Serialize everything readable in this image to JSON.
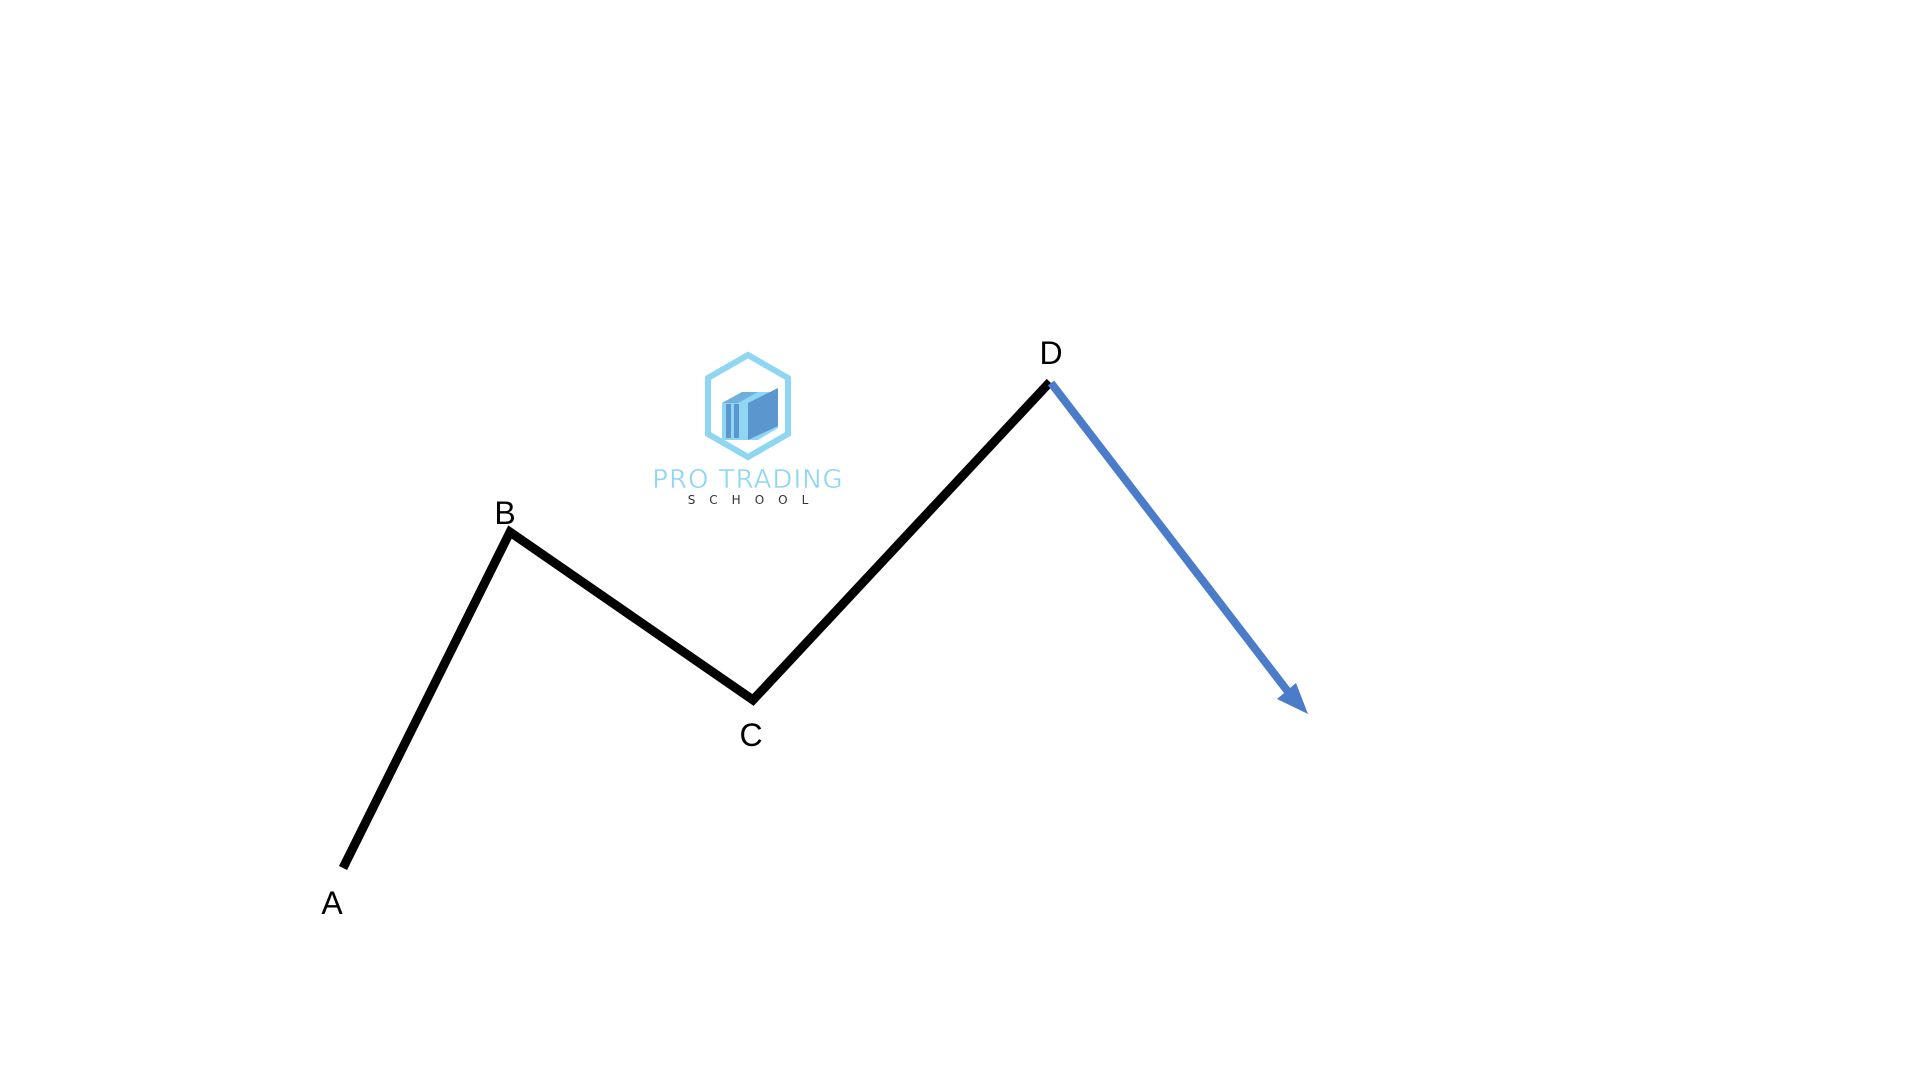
{
  "diagram": {
    "points": [
      {
        "id": "A",
        "label": "A"
      },
      {
        "id": "B",
        "label": "B"
      },
      {
        "id": "C",
        "label": "C"
      },
      {
        "id": "D",
        "label": "D"
      }
    ],
    "path_color": "#000000",
    "projection_color": "#4A7CC9",
    "projection_direction": "down-right"
  },
  "logo": {
    "brand": "PRO TRADING",
    "sub": "SCHOOL",
    "color": "#8ED6F2",
    "icon_fill": "#5B96CF",
    "sub_color": "#333333"
  }
}
